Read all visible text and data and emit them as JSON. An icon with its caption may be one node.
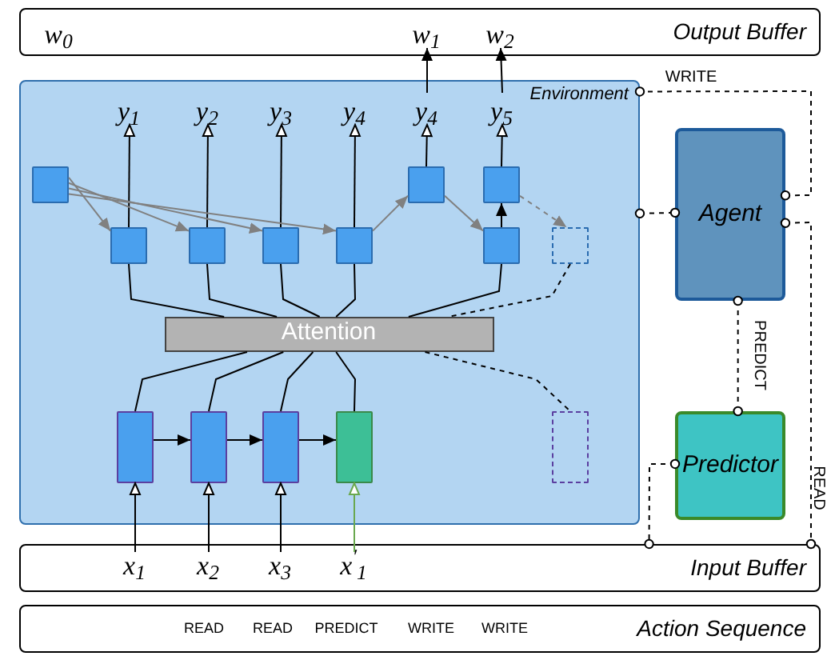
{
  "diagram": {
    "nodes": [
      {
        "text": [
          "Output Buffer"
        ]
      },
      {
        "text": [
          "w$_{0}$"
        ],
        "in": 0
      },
      {
        "text": [
          "w$_{1}$"
        ],
        "in": 0
      },
      {
        "text": [
          "w$_{2}$"
        ],
        "in": 0
      },
      {
        "text": [
          "Environment"
        ]
      },
      {
        "text": [
          "y$_{1}$"
        ],
        "in": 4
      },
      {
        "text": [
          "y$_{2}$"
        ],
        "in": 4
      },
      {
        "text": [
          "y$_{3}$"
        ],
        "in": 4
      },
      {
        "text": [
          "y$_{4}$"
        ],
        "in": 4
      },
      {
        "text": [
          "y$_{4}$"
        ],
        "in": 4
      },
      {
        "text": [
          "y$_{5}$"
        ],
        "in": 4
      },
      {
        "text": [],
        "shape": "box",
        "in": 4
      },
      {
        "text": [],
        "shape": "box",
        "in": 4
      },
      {
        "text": [],
        "shape": "box",
        "in": 4
      },
      {
        "text": [],
        "shape": "box",
        "in": 4
      },
      {
        "text": [],
        "shape": "box",
        "in": 4
      },
      {
        "text": [],
        "shape": "box",
        "in": 4
      },
      {
        "text": [],
        "shape": "box",
        "in": 4
      },
      {
        "text": [],
        "shape": "box",
        "in": 4
      },
      {
        "text": [],
        "shape": "box",
        "in": 4
      },
      {
        "text": [
          "Attention"
        ],
        "in": 4
      },
      {
        "text": [],
        "shape": "box",
        "in": 4
      },
      {
        "text": [],
        "shape": "box",
        "in": 4
      },
      {
        "text": [],
        "shape": "box",
        "in": 4
      },
      {
        "text": [],
        "shape": "box",
        "in": 4
      },
      {
        "text": [],
        "shape": "box",
        "in": 4
      },
      {
        "text": [
          "Agent"
        ]
      },
      {
        "text": [
          "Predictor"
        ]
      },
      {
        "text": [
          "Input Buffer"
        ]
      },
      {
        "text": [
          "x$_{1}$"
        ],
        "in": 28
      },
      {
        "text": [
          "x$_{2}$"
        ],
        "in": 28
      },
      {
        "text": [
          "x$_{3}$"
        ],
        "in": 28
      },
      {
        "text": [
          "x$^{′}$$_{1}$"
        ],
        "in": 28
      },
      {
        "text": [
          "READ",
          "READ",
          "PREDICT",
          "WRITE",
          "WRITE",
          "Action Sequence"
        ]
      }
    ],
    "edges": [
      {
        "from": 14,
        "to": 5,
        "arrow": "to"
      },
      {
        "from": 15,
        "to": 6,
        "arrow": "to"
      },
      {
        "from": 16,
        "to": 7,
        "arrow": "to"
      },
      {
        "from": 17,
        "to": 8,
        "arrow": "to"
      },
      {
        "from": 12,
        "to": 9,
        "arrow": "to"
      },
      {
        "from": 13,
        "to": 10,
        "arrow": "to"
      },
      {
        "from": 9,
        "to": 2,
        "arrow": "to"
      },
      {
        "from": 10,
        "to": 3,
        "arrow": "to"
      },
      {
        "from": 11,
        "to": 14,
        "arrow": "to",
        "color": "#808080"
      },
      {
        "from": 11,
        "to": 15,
        "arrow": "to",
        "color": "#808080"
      },
      {
        "from": 11,
        "to": 16,
        "arrow": "to",
        "color": "#808080"
      },
      {
        "from": 11,
        "to": 17,
        "arrow": "to",
        "color": "#808080"
      },
      {
        "from": 17,
        "to": 12,
        "arrow": "to",
        "color": "#808080"
      },
      {
        "from": 12,
        "to": 18,
        "arrow": "to",
        "color": "#808080"
      },
      {
        "from": 18,
        "to": 13,
        "arrow": "to"
      },
      {
        "from": 13,
        "to": 19,
        "arrow": "to",
        "style": "dashed",
        "color": "#808080"
      },
      {
        "from": 14,
        "to": 20,
        "arrow": "none"
      },
      {
        "from": 15,
        "to": 20,
        "arrow": "none"
      },
      {
        "from": 16,
        "to": 20,
        "arrow": "none"
      },
      {
        "from": 17,
        "to": 20,
        "arrow": "none"
      },
      {
        "from": 18,
        "to": 20,
        "arrow": "none"
      },
      {
        "from": 19,
        "to": 20,
        "arrow": "none",
        "style": "dashed"
      },
      {
        "from": 20,
        "to": 21,
        "arrow": "none"
      },
      {
        "from": 20,
        "to": 22,
        "arrow": "none"
      },
      {
        "from": 20,
        "to": 23,
        "arrow": "none"
      },
      {
        "from": 20,
        "to": 24,
        "arrow": "none"
      },
      {
        "from": 20,
        "to": 25,
        "arrow": "none",
        "style": "dashed"
      },
      {
        "from": 21,
        "to": 22,
        "arrow": "to"
      },
      {
        "from": 22,
        "to": 23,
        "arrow": "to"
      },
      {
        "from": 23,
        "to": 24,
        "arrow": "to"
      },
      {
        "from": 29,
        "to": 21,
        "arrow": "to"
      },
      {
        "from": 30,
        "to": 22,
        "arrow": "to"
      },
      {
        "from": 31,
        "to": 23,
        "arrow": "to"
      },
      {
        "from": 32,
        "to": 24,
        "arrow": "to",
        "color": "#6aa84f"
      },
      {
        "from": 26,
        "to": 4,
        "arrow": "other",
        "style": "dashed",
        "label": "WRITE"
      },
      {
        "from": 4,
        "to": 26,
        "arrow": "other",
        "style": "dashed"
      },
      {
        "from": 26,
        "to": 27,
        "arrow": "other",
        "style": "dashed",
        "label": "PREDICT"
      },
      {
        "from": 26,
        "to": 28,
        "arrow": "other",
        "style": "dashed",
        "label": "READ"
      },
      {
        "from": 27,
        "to": 28,
        "arrow": "other",
        "style": "dashed"
      }
    ]
  }
}
